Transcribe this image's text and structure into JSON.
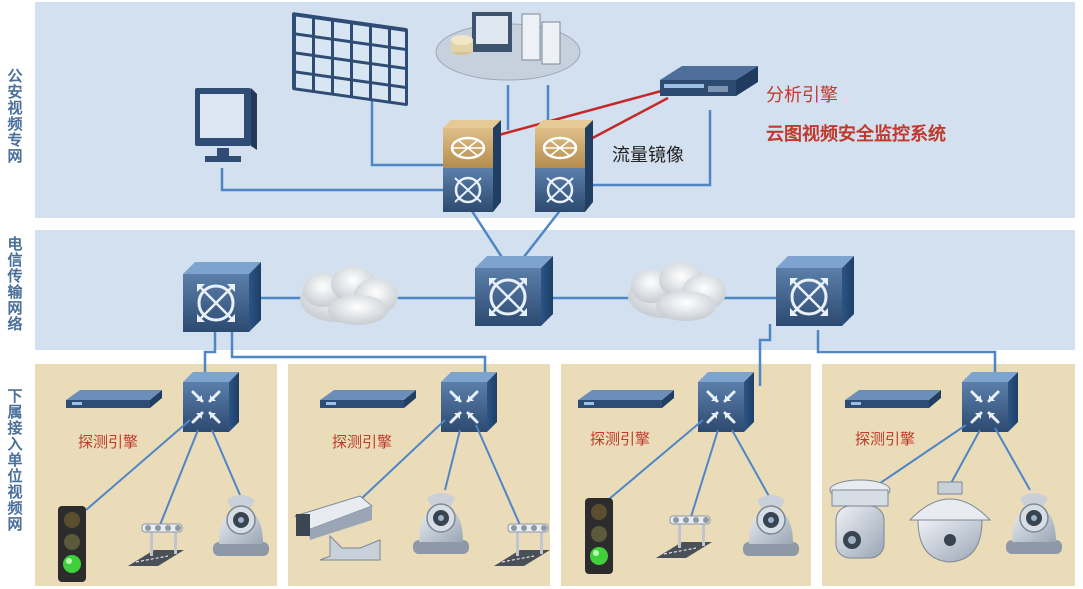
{
  "zones": {
    "police_network": "公安视频专网",
    "telecom_network": "电信传输网络",
    "subordinate_network": "下属接入单位视频网"
  },
  "labels": {
    "analysis_engine": "分析引擎",
    "system_title": "云图视频安全监控系统",
    "traffic_mirror": "流量镜像",
    "detection_engine": "探测引擎"
  },
  "colors": {
    "top_zone": "#d3e0ef",
    "mid_zone": "#d3e0ef",
    "bottom_zone": "#eadcb8",
    "line": "#4f86c6",
    "mirror_line": "#c62828",
    "red_text": "#c0392b",
    "switch_blue": "#2f5a8c",
    "firewall_tan": "#c9a566"
  },
  "icons": [
    "video-wall-icon",
    "server-cluster-icon",
    "monitor-icon",
    "analysis-engine-icon",
    "firewall-switch-icon",
    "core-switch-icon",
    "cloud-icon",
    "access-switch-icon",
    "detection-engine-icon",
    "traffic-light-icon",
    "road-sign-icon",
    "dome-camera-icon",
    "box-camera-icon",
    "ptz-camera-icon",
    "speed-dome-icon"
  ]
}
